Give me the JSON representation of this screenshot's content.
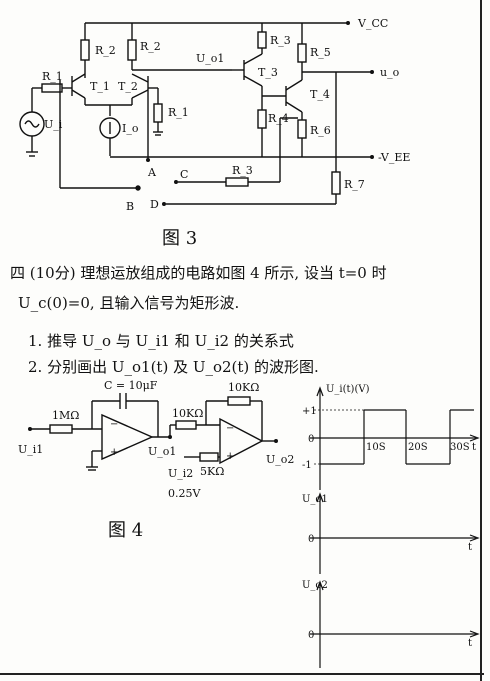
{
  "fig3": {
    "caption": "图 3",
    "labels": {
      "vcc": "V_CC",
      "vee": "-V_EE",
      "uo": "u_o",
      "uo1": "U_o1",
      "ui": "U_i",
      "r1": "R_1",
      "r2a": "R_2",
      "r2b": "R_2",
      "t1": "T_1",
      "t2": "T_2",
      "r_src": "R_1",
      "io": "I_o",
      "r3": "R_3",
      "t3": "T_3",
      "r4": "R_4",
      "r5": "R_5",
      "t4": "T_4",
      "r6": "R_6",
      "r7": "R_7",
      "rb": "R_3",
      "node_a": "A",
      "node_b": "B",
      "node_c": "C",
      "node_d": "D"
    }
  },
  "problem": {
    "line1": "四 (10分) 理想运放组成的电路如图 4 所示, 设当 t=0 时",
    "line2": "U_c(0)=0, 且输入信号为矩形波.",
    "line3": "1. 推导 U_o 与 U_i1 和 U_i2 的关系式",
    "line4": "2. 分别画出 U_o1(t) 及 U_o2(t) 的波形图."
  },
  "fig4": {
    "caption": "图 4",
    "labels": {
      "ui1": "U_i1",
      "r_in": "1MΩ",
      "cap": "C = 10μF",
      "uo1": "U_o1",
      "r_mid": "10KΩ",
      "r_fb": "10KΩ",
      "ui2": "U_i2",
      "r_pos": "5KΩ",
      "ui2_val": "0.25V",
      "uo2": "U_o2"
    }
  },
  "waves": {
    "top": {
      "ylabel": "U_i(t)(V)",
      "y_pos": "+1",
      "y_zero": "0",
      "y_neg": "-1",
      "t1": "10S",
      "t2": "20S",
      "t3": "30S",
      "xlabel": "t"
    },
    "mid": {
      "ylabel": "U_o1",
      "zero": "0",
      "xlabel": "t"
    },
    "bot": {
      "ylabel": "U_o2",
      "zero": "0",
      "xlabel": "t"
    }
  }
}
